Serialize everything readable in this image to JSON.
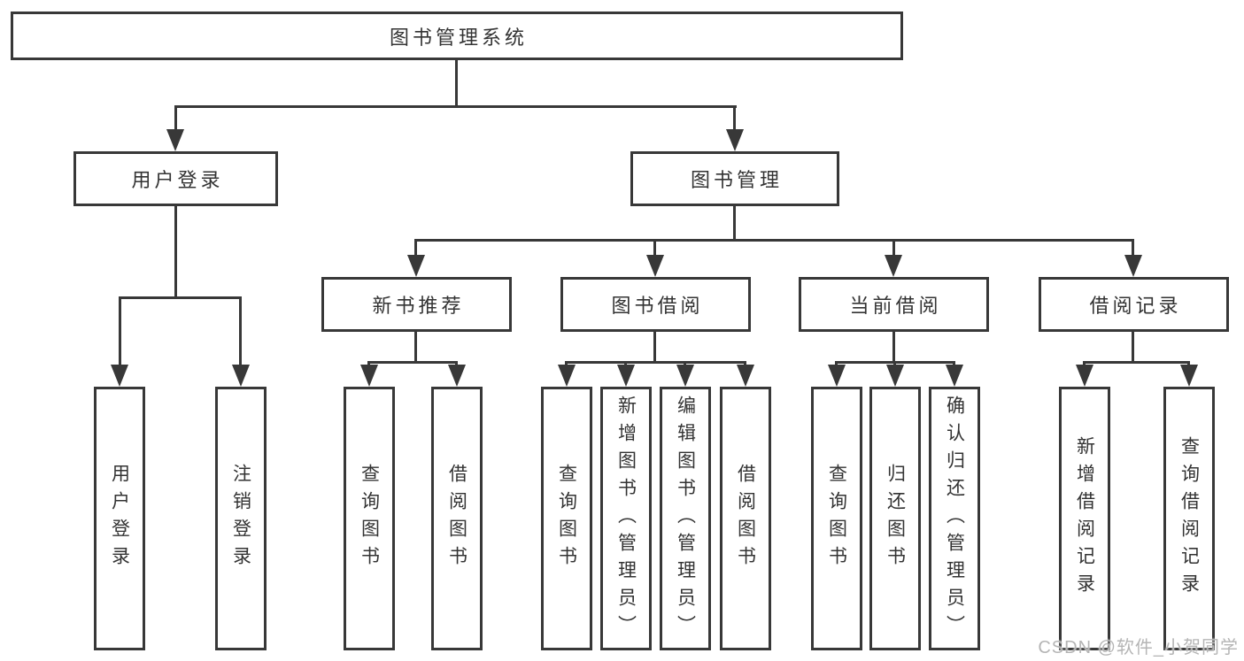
{
  "colors": {
    "line": "#383838",
    "text": "#333333",
    "background": "#ffffff",
    "watermark_text": "#b5b5b5"
  },
  "tree": {
    "root": {
      "label": "图书管理系统"
    },
    "branches": [
      {
        "label": "用户登录",
        "children": [
          {
            "label": "用户登录"
          },
          {
            "label": "注销登录"
          }
        ]
      },
      {
        "label": "图书管理",
        "children": [
          {
            "label": "新书推荐",
            "children": [
              {
                "label": "查询图书"
              },
              {
                "label": "借阅图书"
              }
            ]
          },
          {
            "label": "图书借阅",
            "children": [
              {
                "label": "查询图书"
              },
              {
                "label": "新增图书（管理员）"
              },
              {
                "label": "编辑图书（管理员）"
              },
              {
                "label": "借阅图书"
              }
            ]
          },
          {
            "label": "当前借阅",
            "children": [
              {
                "label": "查询图书"
              },
              {
                "label": "归还图书"
              },
              {
                "label": "确认归还（管理员）"
              }
            ]
          },
          {
            "label": "借阅记录",
            "children": [
              {
                "label": "新增借阅记录"
              },
              {
                "label": "查询借阅记录"
              }
            ]
          }
        ]
      }
    ]
  },
  "watermark": {
    "text": "CSDN @软件_小贺同学"
  }
}
